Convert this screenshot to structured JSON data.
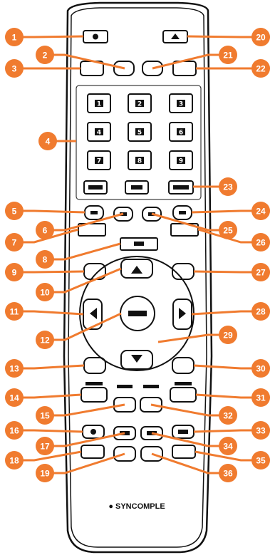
{
  "colors": {
    "badge": "#f07b2f",
    "outline": "#111111",
    "body": "#ffffff"
  },
  "callouts": [
    "1",
    "2",
    "3",
    "4",
    "5",
    "6",
    "7",
    "8",
    "9",
    "10",
    "11",
    "12",
    "13",
    "14",
    "15",
    "16",
    "17",
    "18",
    "19",
    "20",
    "21",
    "22",
    "23",
    "24",
    "25",
    "26",
    "27",
    "28",
    "29",
    "30",
    "31",
    "32",
    "33",
    "34",
    "35",
    "36"
  ],
  "number_keys": [
    "1",
    "2",
    "3",
    "4",
    "5",
    "6",
    "7",
    "8",
    "9"
  ],
  "brand": "● SYNCOMPLE"
}
